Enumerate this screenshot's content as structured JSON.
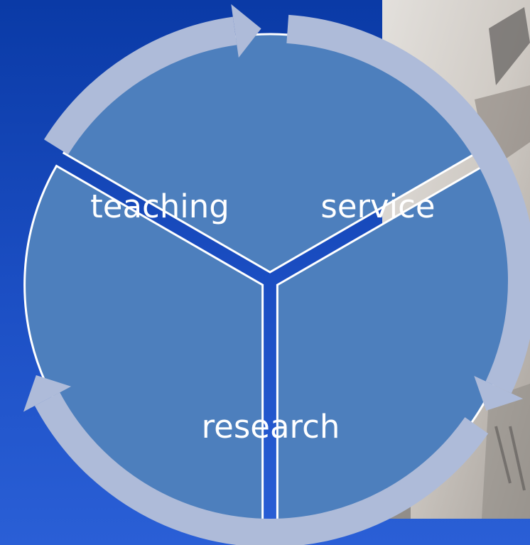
{
  "diagram": {
    "segments": [
      {
        "label": "teaching"
      },
      {
        "label": "service"
      },
      {
        "label": "research"
      }
    ],
    "colors": {
      "background_top": "#0a3aa6",
      "background_bottom": "#2a5fd6",
      "segment_fill": "#4d7fbd",
      "ring": "#aebbd9",
      "divider": "#ffffff"
    }
  }
}
